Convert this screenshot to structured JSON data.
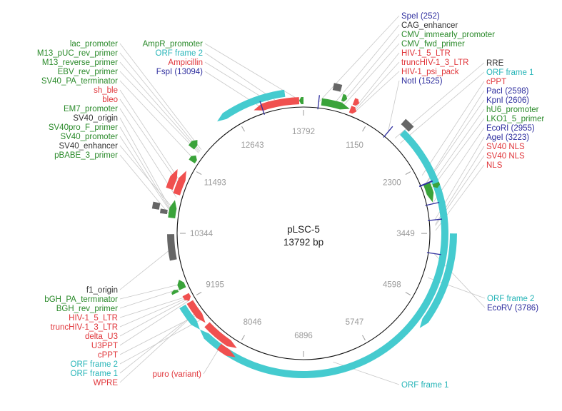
{
  "plasmid": {
    "name": "pLSC-5",
    "length_label": "13792 bp",
    "length_bp": 13792
  },
  "colors": {
    "backbone": "#111111",
    "tick": "#9a9a9a",
    "leader": "#c8c8c8",
    "feature_red": "#f0504f",
    "feature_green": "#3aa33a",
    "feature_cyan": "#45cbcf",
    "feature_gray": "#666666",
    "enzyme": "#2f2f9f",
    "label_green": "#2a8a2a",
    "label_red": "#e0353a",
    "label_cyan": "#27b5b8",
    "label_black": "#333333",
    "label_blue": "#2f2f9f"
  },
  "ticks": [
    "1150",
    "2300",
    "3449",
    "4598",
    "5747",
    "6896",
    "8046",
    "9195",
    "10344",
    "11493",
    "12643",
    "13792"
  ],
  "label_groups": {
    "top_left": [
      {
        "text": "AmpR_promoter",
        "color": "green"
      },
      {
        "text": "ORF frame 2",
        "color": "cyan"
      },
      {
        "text": "Ampicillin",
        "color": "red"
      },
      {
        "text": "FspI (13094)",
        "color": "blue"
      }
    ],
    "top_center": [
      {
        "text": "SpeI (252)",
        "color": "blue"
      },
      {
        "text": "CAG_enhancer",
        "color": "black"
      },
      {
        "text": "CMV_immearly_promoter",
        "color": "green"
      },
      {
        "text": "CMV_fwd_primer",
        "color": "green"
      },
      {
        "text": "HIV-1_5_LTR",
        "color": "red"
      },
      {
        "text": "truncHIV-1_3_LTR",
        "color": "red"
      },
      {
        "text": "HIV-1_psi_pack",
        "color": "red"
      },
      {
        "text": "NotI (1525)",
        "color": "blue"
      }
    ],
    "right": [
      {
        "text": "RRE",
        "color": "black"
      },
      {
        "text": "ORF frame 1",
        "color": "cyan"
      },
      {
        "text": "cPPT",
        "color": "red"
      },
      {
        "text": "PacI (2598)",
        "color": "blue"
      },
      {
        "text": "KpnI (2606)",
        "color": "blue"
      },
      {
        "text": "hU6_promoter",
        "color": "green"
      },
      {
        "text": "LKO1_5_primer",
        "color": "green"
      },
      {
        "text": "EcoRI (2955)",
        "color": "blue"
      },
      {
        "text": "AgeI (3223)",
        "color": "blue"
      },
      {
        "text": "SV40 NLS",
        "color": "red"
      },
      {
        "text": "SV40 NLS",
        "color": "red"
      },
      {
        "text": "NLS",
        "color": "red"
      }
    ],
    "left_upper": [
      {
        "text": "lac_promoter",
        "color": "green"
      },
      {
        "text": "M13_pUC_rev_primer",
        "color": "green"
      },
      {
        "text": "M13_reverse_primer",
        "color": "green"
      },
      {
        "text": "EBV_rev_primer",
        "color": "green"
      },
      {
        "text": "SV40_PA_terminator",
        "color": "green"
      },
      {
        "text": "sh_ble",
        "color": "red"
      },
      {
        "text": "bleo",
        "color": "red"
      },
      {
        "text": "EM7_promoter",
        "color": "green"
      },
      {
        "text": "SV40_origin",
        "color": "black"
      },
      {
        "text": "SV40pro_F_primer",
        "color": "green"
      },
      {
        "text": "SV40_promoter",
        "color": "green"
      },
      {
        "text": "SV40_enhancer",
        "color": "black"
      },
      {
        "text": "pBABE_3_primer",
        "color": "green"
      }
    ],
    "left_lower": [
      {
        "text": "f1_origin",
        "color": "black"
      },
      {
        "text": "bGH_PA_terminator",
        "color": "green"
      },
      {
        "text": "BGH_rev_primer",
        "color": "green"
      },
      {
        "text": "HIV-1_5_LTR",
        "color": "red"
      },
      {
        "text": "truncHIV-1_3_LTR",
        "color": "red"
      },
      {
        "text": "delta_U3",
        "color": "red"
      },
      {
        "text": "U3PPT",
        "color": "red"
      },
      {
        "text": "cPPT",
        "color": "red"
      },
      {
        "text": "ORF frame 2",
        "color": "cyan"
      },
      {
        "text": "ORF frame 1",
        "color": "cyan"
      },
      {
        "text": "WPRE",
        "color": "red"
      }
    ],
    "bottom": [
      {
        "text": "puro (variant)",
        "color": "red"
      },
      {
        "text": "ORF frame 1",
        "color": "cyan"
      }
    ],
    "right_lower": [
      {
        "text": "ORF frame 2",
        "color": "cyan"
      },
      {
        "text": "EcoRV (3786)",
        "color": "blue"
      }
    ]
  },
  "features": [
    {
      "name": "ORF frame 1",
      "color": "cyan",
      "track": 1,
      "start": 1700,
      "end": 8700,
      "dir": 1
    },
    {
      "name": "ORF frame 2",
      "color": "cyan",
      "track": 2,
      "start": 3450,
      "end": 4950,
      "dir": 1
    },
    {
      "name": "ORF frame 2",
      "color": "cyan",
      "track": 1,
      "start": 12350,
      "end": 13500,
      "dir": -1
    },
    {
      "name": "Ampicillin",
      "color": "red",
      "track": 0,
      "start": 12950,
      "end": 13720,
      "dir": -1
    },
    {
      "name": "AmpR_promoter",
      "color": "green",
      "track": 0,
      "start": 13720,
      "end": 13792,
      "dir": -1
    },
    {
      "name": "CMV_immearly_promoter",
      "color": "green",
      "track": 0,
      "start": 300,
      "end": 780,
      "dir": 1
    },
    {
      "name": "HIV-1_5_LTR",
      "color": "red",
      "track": 0,
      "start": 790,
      "end": 900,
      "dir": 1
    },
    {
      "name": "CMV_fwd_primer",
      "color": "green",
      "track": 1,
      "start": 610,
      "end": 690,
      "dir": 1
    },
    {
      "name": "HIV-1_psi_pack",
      "color": "red",
      "track": 1,
      "start": 800,
      "end": 890,
      "dir": 1
    },
    {
      "name": "CAG_enhancer",
      "color": "gray",
      "track": 2,
      "start": 440,
      "end": 560,
      "dir": 0
    },
    {
      "name": "RRE",
      "color": "gray",
      "track": 2,
      "start": 1600,
      "end": 1760,
      "dir": 0
    },
    {
      "name": "hU6_promoter",
      "color": "green",
      "track": 0,
      "start": 2600,
      "end": 2930,
      "dir": 1
    },
    {
      "name": "LKO1_5_primer",
      "color": "green",
      "track": 1,
      "start": 2650,
      "end": 2730,
      "dir": 1
    },
    {
      "name": "puro (variant)",
      "color": "red",
      "track": 0,
      "start": 8050,
      "end": 8680,
      "dir": -1
    },
    {
      "name": "puro (variant) 2",
      "color": "red",
      "track": 1,
      "start": 8000,
      "end": 8300,
      "dir": -1
    },
    {
      "name": "WPRE",
      "color": "red",
      "track": 0,
      "start": 8720,
      "end": 9150,
      "dir": -1
    },
    {
      "name": "delta_U3",
      "color": "red",
      "track": 0,
      "start": 9170,
      "end": 9290,
      "dir": -1
    },
    {
      "name": "ORF frame 2",
      "color": "cyan",
      "track": 1,
      "start": 8700,
      "end": 9150,
      "dir": -1
    },
    {
      "name": "bGH_PA_terminator",
      "color": "green",
      "track": 0,
      "start": 9400,
      "end": 9560,
      "dir": 1
    },
    {
      "name": "BGH_rev_primer",
      "color": "green",
      "track": 1,
      "start": 9380,
      "end": 9440,
      "dir": 1
    },
    {
      "name": "f1_origin",
      "color": "gray",
      "track": 0,
      "start": 9900,
      "end": 10330,
      "dir": 0
    },
    {
      "name": "SV40_promoter",
      "color": "green",
      "track": 0,
      "start": 10600,
      "end": 10900,
      "dir": 1
    },
    {
      "name": "SV40_origin",
      "color": "gray",
      "track": 1,
      "start": 10650,
      "end": 10720,
      "dir": 0
    },
    {
      "name": "SV40_enhancer",
      "color": "gray",
      "track": 2,
      "start": 10700,
      "end": 10800,
      "dir": 0
    },
    {
      "name": "bleo",
      "color": "red",
      "track": 0,
      "start": 11000,
      "end": 11420,
      "dir": 1
    },
    {
      "name": "sh_ble",
      "color": "red",
      "track": 1,
      "start": 11050,
      "end": 11380,
      "dir": 1
    },
    {
      "name": "SV40_PA_terminator",
      "color": "green",
      "track": 0,
      "start": 11600,
      "end": 11720,
      "dir": 1
    },
    {
      "name": "lac_promoter",
      "color": "green",
      "track": 1,
      "start": 11780,
      "end": 11930,
      "dir": 1
    }
  ],
  "sites": [
    {
      "name": "SpeI (252)",
      "bp": 252
    },
    {
      "name": "NotI (1525)",
      "bp": 1525
    },
    {
      "name": "PacI (2598)",
      "bp": 2598
    },
    {
      "name": "KpnI (2606)",
      "bp": 2606
    },
    {
      "name": "EcoRI (2955)",
      "bp": 2955
    },
    {
      "name": "AgeI (3223)",
      "bp": 3223
    },
    {
      "name": "EcoRV (3786)",
      "bp": 3786
    },
    {
      "name": "FspI (13094)",
      "bp": 13094
    }
  ]
}
